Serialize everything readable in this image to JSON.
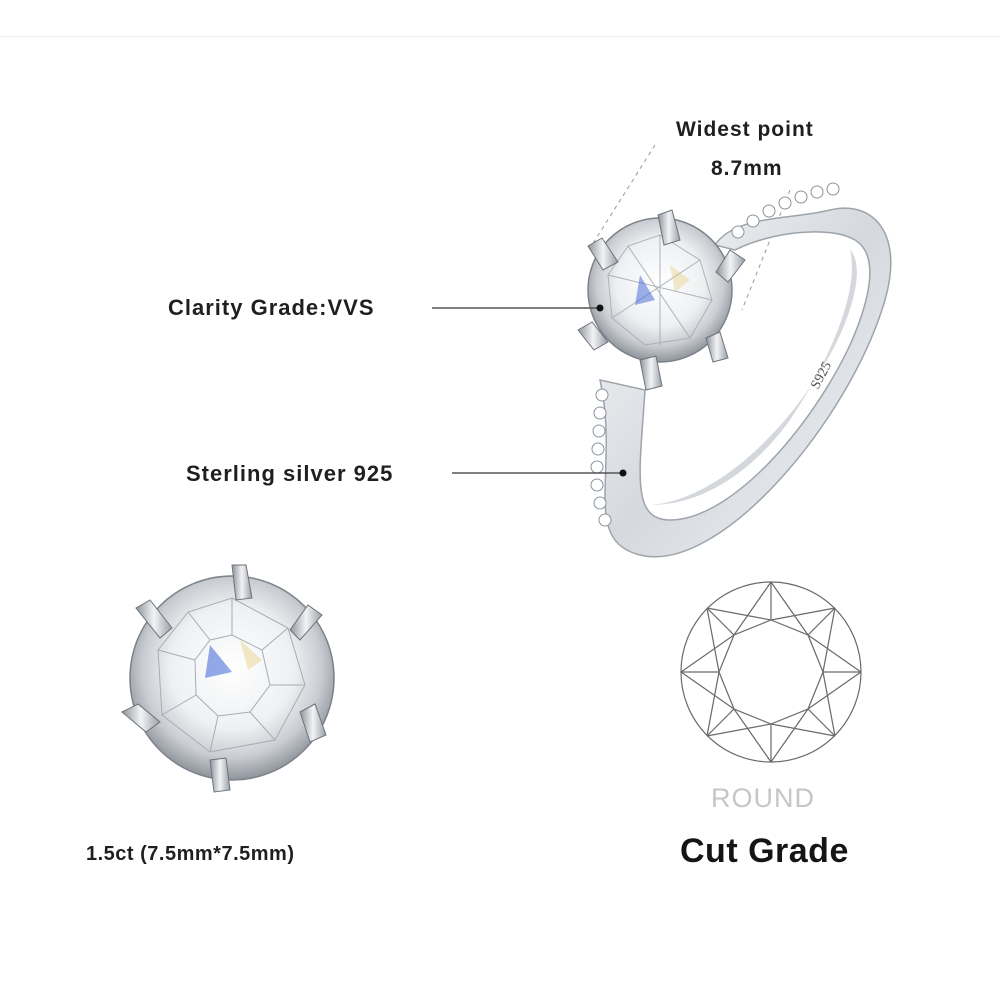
{
  "annotations": {
    "widest_point_title": "Widest point",
    "widest_point_value": "8.7mm",
    "clarity": "Clarity Grade:VVS",
    "material": "Sterling silver 925",
    "carat": "1.5ct (7.5mm*7.5mm)"
  },
  "cut": {
    "shape": "ROUND",
    "title": "Cut Grade"
  },
  "ring": {
    "band_stamp": "S925"
  },
  "colors": {
    "text_dark": "#1f1f1f",
    "shape_gray": "#c6c6c6",
    "silver": "#d9dce0",
    "line_gray": "#555555"
  }
}
